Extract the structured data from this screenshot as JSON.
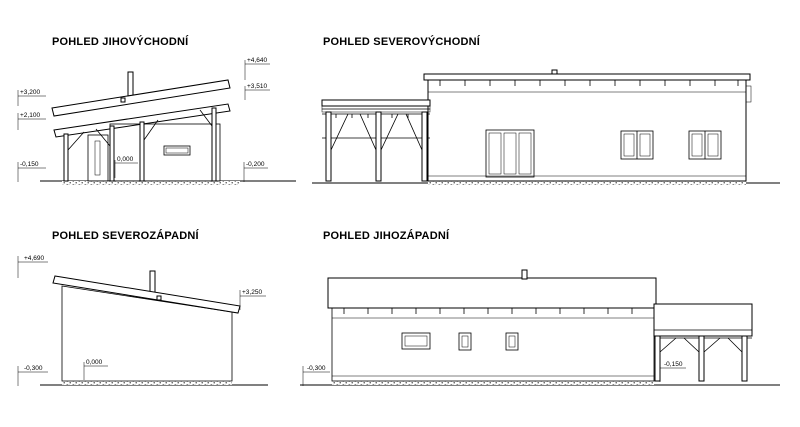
{
  "views": [
    {
      "title": "POHLED JIHOVÝCHODNÍ",
      "levels": [
        "+4,640",
        "+3,510",
        "+3,200",
        "+2,100",
        "-0,150",
        "0,000",
        "-0,200"
      ]
    },
    {
      "title": "POHLED SEVEROVÝCHODNÍ",
      "levels": []
    },
    {
      "title": "POHLED SEVEROZÁPADNÍ",
      "levels": [
        "+4,690",
        "+3,250",
        "-0,300",
        "0,000"
      ]
    },
    {
      "title": "POHLED JIHOZÁPADNÍ",
      "levels": [
        "-0,300",
        "-0,150"
      ]
    }
  ]
}
